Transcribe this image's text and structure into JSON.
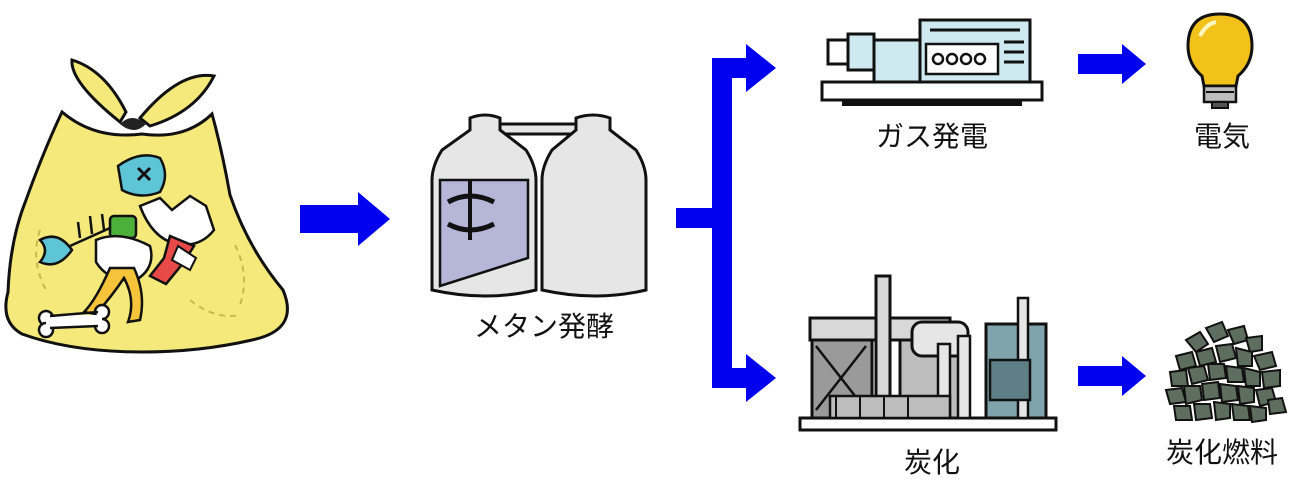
{
  "labels": {
    "methane": "メタン発酵",
    "gas_power": "ガス発電",
    "electricity": "電気",
    "carbonization": "炭化",
    "carbide_fuel": "炭化燃料"
  },
  "colors": {
    "arrow": "#0000ee",
    "bag": "#f4e97a",
    "tank": "#e6e6e6",
    "tank_interior": "#b6b6d8",
    "machine_body": "#cfe9f0",
    "bulb": "#f3c21a",
    "charcoal": "#5e6e5e"
  }
}
